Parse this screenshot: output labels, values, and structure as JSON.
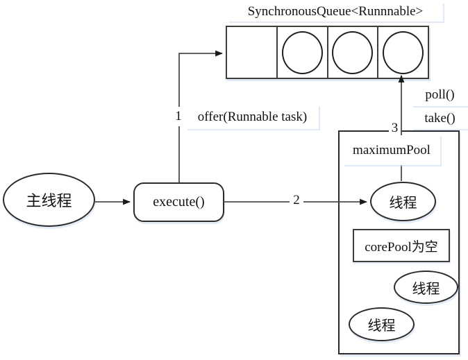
{
  "queue": {
    "title": "SynchronousQueue<Runnnable>",
    "cells": [
      {
        "has_task": false
      },
      {
        "has_task": true
      },
      {
        "has_task": true
      },
      {
        "has_task": true
      }
    ]
  },
  "nodes": {
    "main_thread": {
      "label": "主线程"
    },
    "execute": {
      "label": "execute()"
    },
    "maximum_pool": {
      "label": "maximumPool"
    },
    "core_pool_note": {
      "label": "corePool为空"
    },
    "worker_top": {
      "label": "线程"
    },
    "worker_right": {
      "label": "线程"
    },
    "worker_left": {
      "label": "线程"
    }
  },
  "edges": {
    "step1": {
      "number": "1",
      "label": "offer(Runnable task)"
    },
    "step2": {
      "number": "2"
    },
    "step3": {
      "number": "3",
      "poll_label": "poll()",
      "take_label": "take()"
    }
  },
  "colors": {
    "line": "#4d4d4d",
    "arrowhead": "#1a1a1a",
    "shape_border": "#2b2b2b",
    "label_shadow": "#c8d8f0",
    "background": "#ffffff"
  }
}
